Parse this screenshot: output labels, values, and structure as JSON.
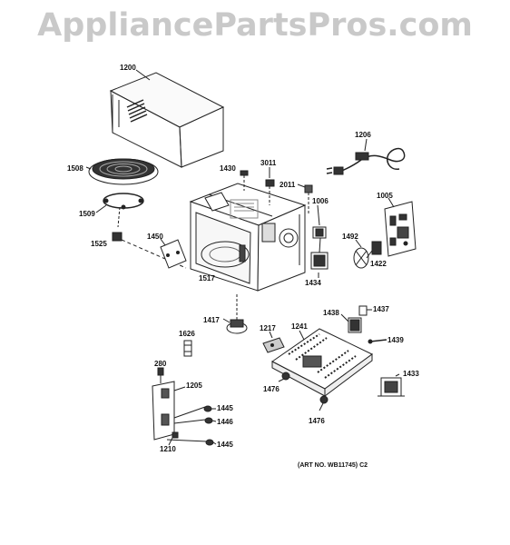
{
  "watermark": "AppliancePartsPros.com",
  "art_number": "(ART NO. WB11745) C2",
  "parts": {
    "p1200": "1200",
    "p1508": "1508",
    "p1509": "1509",
    "p1525": "1525",
    "p1450": "1450",
    "p1517": "1517",
    "p1430": "1430",
    "p3011": "3011",
    "p2011": "2011",
    "p1006": "1006",
    "p1206": "1206",
    "p1005": "1005",
    "p1492": "1492",
    "p1422": "1422",
    "p1434": "1434",
    "p1417": "1417",
    "p1626": "1626",
    "p1217": "1217",
    "p1241": "1241",
    "p1438": "1438",
    "p1437": "1437",
    "p1439": "1439",
    "p280": "280",
    "p1205": "1205",
    "p1476a": "1476",
    "p1476b": "1476",
    "p1433": "1433",
    "p1445a": "1445",
    "p1446": "1446",
    "p1445b": "1445",
    "p1210": "1210"
  }
}
